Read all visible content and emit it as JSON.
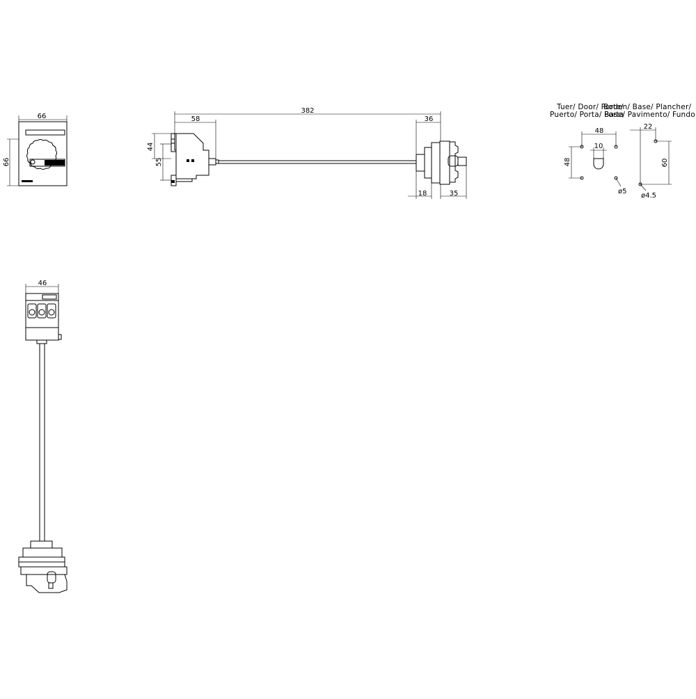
{
  "dimensions": {
    "front_width": "66",
    "front_height": "66",
    "side_58": "58",
    "side_382": "382",
    "side_36": "36",
    "side_44": "44",
    "side_55": "55",
    "side_18": "18",
    "side_35": "35",
    "door_48_h": "48",
    "door_48_v": "48",
    "door_10": "10",
    "door_dia5": "ø5",
    "base_22": "22",
    "base_60": "60",
    "base_dia45": "ø4.5",
    "top_46": "46"
  },
  "labels": {
    "door_line1": "Tuer/ Door/ Porte/",
    "door_line2": "Puerto/ Porta/ Porta",
    "base_line1": "Boden/ Base/ Plancher/",
    "base_line2": "Base/ Pavimento/ Fundo"
  },
  "colors": {
    "line": "#000000",
    "background": "#ffffff"
  }
}
